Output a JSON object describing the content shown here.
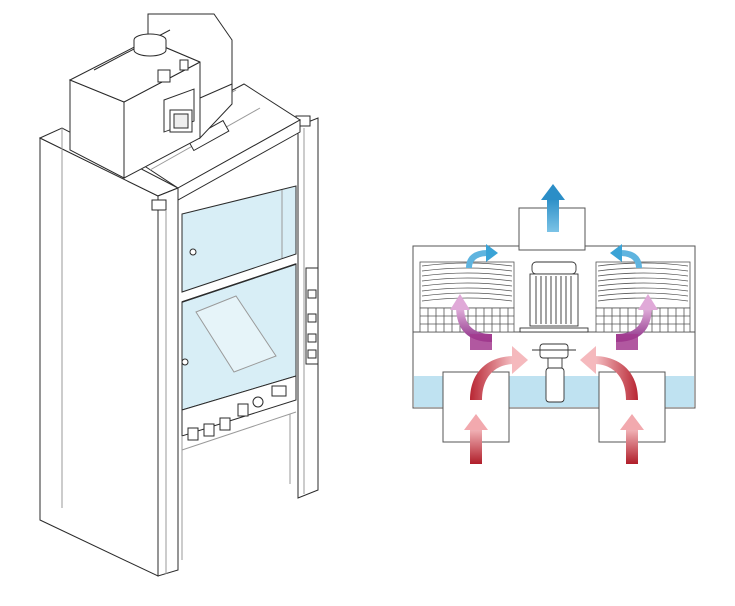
{
  "figure": {
    "left_view": "fume-hood-isometric",
    "right_view": "airflow-schematic"
  },
  "colors": {
    "line": "#2b2b2b",
    "line_light": "#8a8a8a",
    "glass": "#d8eef6",
    "liquid": "#bfe2f1",
    "arrow_intake": "#c8323c",
    "arrow_mid": "#a33b8f",
    "arrow_exhaust": "#3aa3d6"
  },
  "airflow": {
    "intake_arrows": 4,
    "purple_arrows": 2,
    "exhaust_arrows": 3
  }
}
